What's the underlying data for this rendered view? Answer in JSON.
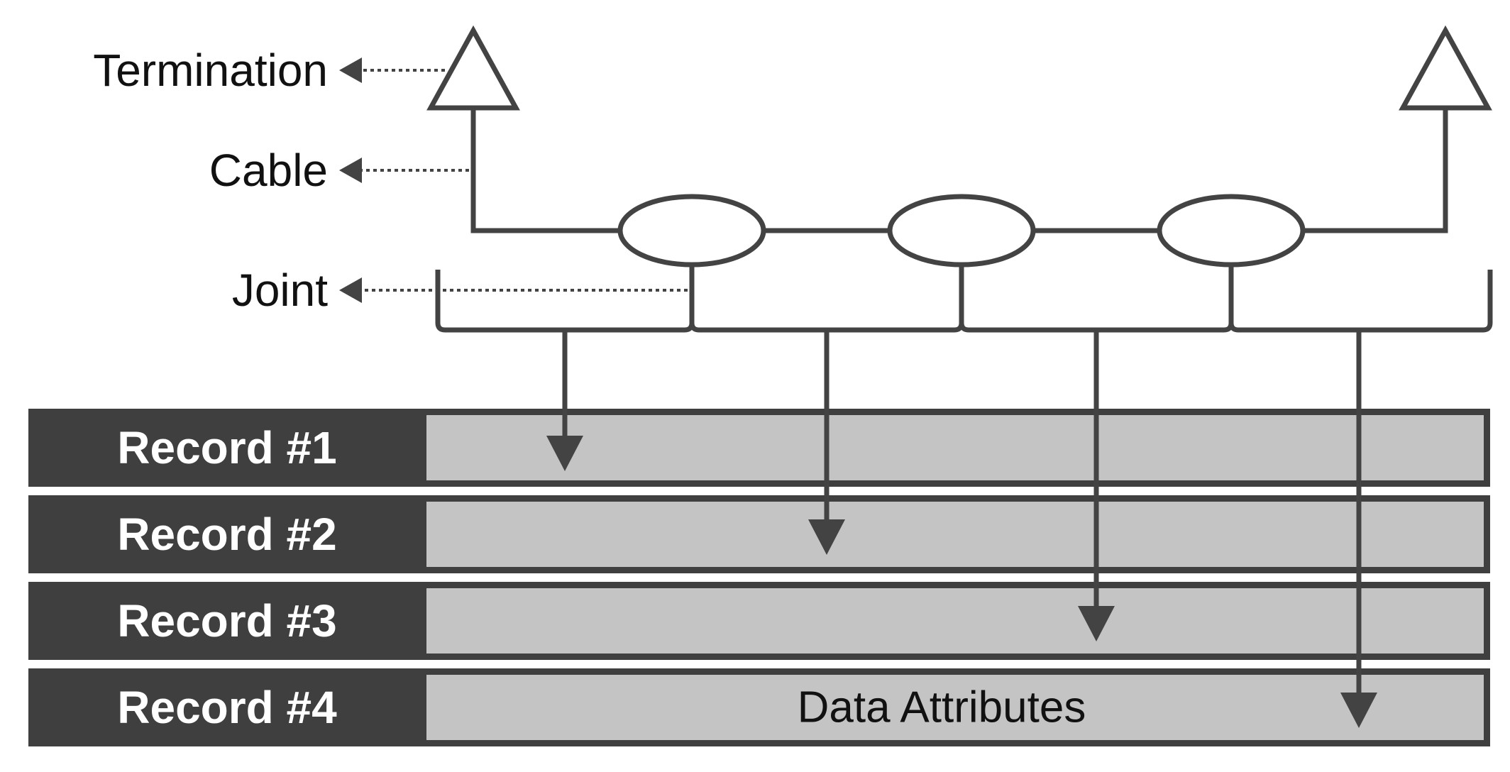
{
  "legend": {
    "termination": "Termination",
    "cable": "Cable",
    "joint": "Joint"
  },
  "records": [
    {
      "label": "Record #1",
      "content": ""
    },
    {
      "label": "Record #2",
      "content": ""
    },
    {
      "label": "Record #3",
      "content": ""
    },
    {
      "label": "Record #4",
      "content": "Data Attributes"
    }
  ],
  "colors": {
    "line": "#434343",
    "record_label_bg": "#3f3f3f",
    "record_body_bg": "#c4c4c4",
    "text_dark": "#111111",
    "text_light": "#ffffff"
  }
}
